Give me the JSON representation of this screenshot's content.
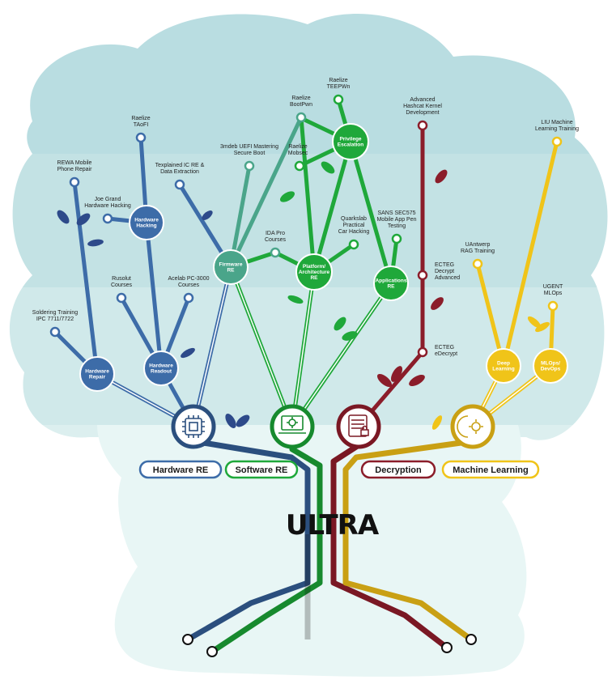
{
  "colors": {
    "hardware": "#3d6ca8",
    "software": "#1fa83a",
    "firmware": "#4aa58a",
    "decryption": "#8b1d2a",
    "ml": "#f0c419",
    "bg_top": "#b9dde1",
    "bg_mid": "#cae7e8",
    "bg_low": "#dcefef",
    "bg_base": "#e8f6f5"
  },
  "logo": {
    "text": "ULTRA"
  },
  "categories": [
    {
      "label": "Hardware RE",
      "color": "#3d6ca8"
    },
    {
      "label": "Software RE",
      "color": "#1fa83a"
    },
    {
      "label": "Decryption",
      "color": "#8b1d2a"
    },
    {
      "label": "Machine Learning",
      "color": "#f0c419"
    }
  ],
  "hubs": [
    {
      "name": "hardware-re-hub",
      "icon": "circuit-chip-icon"
    },
    {
      "name": "software-re-hub",
      "icon": "laptop-gear-icon"
    },
    {
      "name": "decryption-hub",
      "icon": "binary-lock-icon"
    },
    {
      "name": "machine-learning-hub",
      "icon": "brain-gear-icon"
    }
  ],
  "branch_nodes": [
    {
      "lines": [
        "Hardware",
        "Hacking"
      ]
    },
    {
      "lines": [
        "Hardware",
        "Repair"
      ]
    },
    {
      "lines": [
        "Hardware",
        "Readout"
      ]
    },
    {
      "lines": [
        "Firmware",
        "RE"
      ]
    },
    {
      "lines": [
        "Platform/",
        "Architecture",
        "RE"
      ]
    },
    {
      "lines": [
        "Privilege",
        "Escalation"
      ]
    },
    {
      "lines": [
        "Applications",
        "RE"
      ]
    },
    {
      "lines": [
        "Deep",
        "Learning"
      ]
    },
    {
      "lines": [
        "MLOps/",
        "DevOps"
      ]
    }
  ],
  "leaf_courses": [
    {
      "lines": [
        "Raelize",
        "TAoFI"
      ]
    },
    {
      "lines": [
        "REWA Mobile",
        "Phone Repair"
      ]
    },
    {
      "lines": [
        "Joe Grand",
        "Hardware Hacking"
      ]
    },
    {
      "lines": [
        "Texplained IC RE &",
        "Data Extraction"
      ]
    },
    {
      "lines": [
        "Rusolut",
        "Courses"
      ]
    },
    {
      "lines": [
        "Acelab PC-3000",
        "Courses"
      ]
    },
    {
      "lines": [
        "Soldering Training",
        "IPC 7711/7722"
      ]
    },
    {
      "lines": [
        "Raelize",
        "TEEPWn"
      ]
    },
    {
      "lines": [
        "Raelize",
        "BootPwn"
      ]
    },
    {
      "lines": [
        "Raelize",
        "Mobsec"
      ]
    },
    {
      "lines": [
        "3mdeb UEFI Mastering",
        "Secure Boot"
      ]
    },
    {
      "lines": [
        "IDA Pro",
        "Courses"
      ]
    },
    {
      "lines": [
        "Quarkslab",
        "Practical",
        "Car Hacking"
      ]
    },
    {
      "lines": [
        "SANS SEC575",
        "Mobile App Pen",
        "Testing"
      ]
    },
    {
      "lines": [
        "Advanced",
        "Hashcat Kernel",
        "Development"
      ]
    },
    {
      "lines": [
        "ECTEG",
        "Decrypt",
        "Advanced"
      ]
    },
    {
      "lines": [
        "ECTEG",
        "eDecrypt"
      ]
    },
    {
      "lines": [
        "LIU Machine",
        "Learning Training"
      ]
    },
    {
      "lines": [
        "UAntwerp",
        "RAG Training"
      ]
    },
    {
      "lines": [
        "UGENT",
        "MLOps"
      ]
    }
  ]
}
